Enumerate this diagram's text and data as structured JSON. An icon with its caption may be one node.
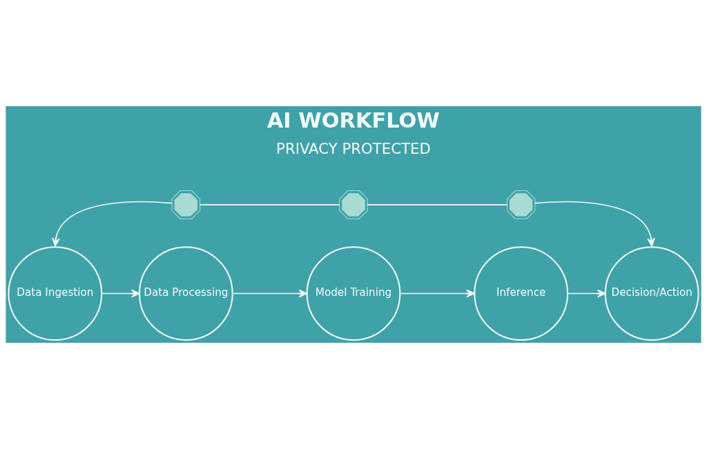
{
  "diagram": {
    "title": "AI WORKFLOW",
    "nodes": [
      {
        "text": [],
        "shape": "picture"
      },
      {
        "text": [],
        "shape": "picture"
      },
      {
        "text": [],
        "shape": "picture"
      },
      {
        "text": [
          "Data Ingestion"
        ]
      },
      {
        "text": [
          "Data Processing"
        ]
      },
      {
        "text": [
          "Model Training"
        ]
      },
      {
        "text": [
          "Inference"
        ]
      },
      {
        "text": [
          "Decision/Action"
        ]
      }
    ],
    "edges": [
      {
        "from": 0,
        "to": 3,
        "arrow": "to"
      },
      {
        "from": 0,
        "to": 1,
        "arrow": "none"
      },
      {
        "from": 1,
        "to": 2,
        "arrow": "none"
      },
      {
        "from": 2,
        "to": 7,
        "arrow": "to"
      },
      {
        "from": 3,
        "to": 4,
        "arrow": "to"
      },
      {
        "from": 4,
        "to": 5,
        "arrow": "to"
      },
      {
        "from": 5,
        "to": 6,
        "arrow": "to"
      },
      {
        "from": 6,
        "to": 7,
        "arrow": "to"
      }
    ],
    "labels": [
      "PRIVACY PROTECTED"
    ]
  }
}
